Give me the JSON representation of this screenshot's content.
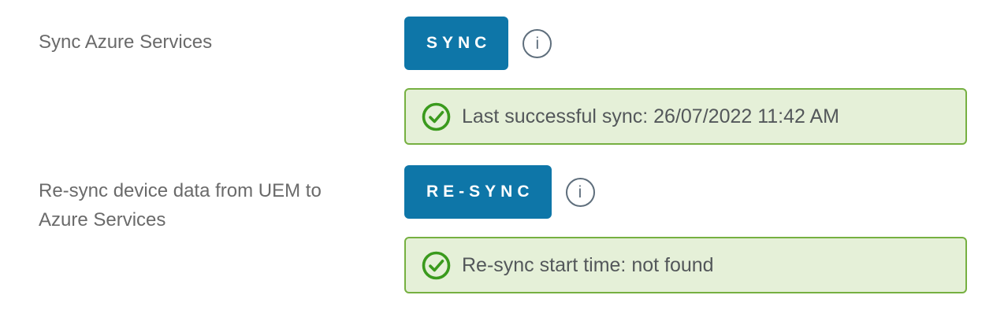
{
  "colors": {
    "button_background": "#0e76a8",
    "button_text": "#ffffff",
    "banner_background": "#e5f0d8",
    "banner_border": "#76b041",
    "check_icon_green": "#3a9a1d",
    "label_text": "#6a6a6a",
    "banner_text": "#53575a",
    "info_icon": "#5e6e7c"
  },
  "rows": [
    {
      "label": "Sync Azure Services",
      "button_label": "SYNC",
      "info_icon": "info-icon",
      "status_icon": "check-circle-icon",
      "status": "Last successful sync: 26/07/2022 11:42 AM"
    },
    {
      "label": "Re-sync device data from UEM to Azure Services",
      "button_label": "RE-SYNC",
      "info_icon": "info-icon",
      "status_icon": "check-circle-icon",
      "status": "Re-sync start time: not found"
    }
  ]
}
